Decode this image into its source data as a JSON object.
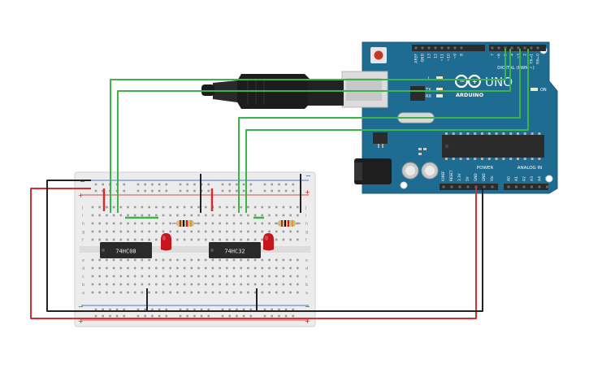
{
  "arduino": {
    "brand": "ARDUINO",
    "model": "UNO",
    "digital_header": "DIGITAL (PWM~)",
    "power_header": "POWER",
    "analog_header": "ANALOG IN",
    "led_on": "ON",
    "led_l": "L",
    "led_tx": "TX",
    "led_rx": "RX",
    "top_pins": [
      "AREF",
      "GND",
      "13",
      "12",
      "~11",
      "~10",
      "~9",
      "8",
      "7",
      "~6",
      "~5",
      "4",
      "~3",
      "2",
      "TX→1",
      "RX←0"
    ],
    "power_pins": [
      "IOREF",
      "RESET",
      "3.3V",
      "5V",
      "GND",
      "GND",
      "Vin"
    ],
    "analog_pins": [
      "A0",
      "A1",
      "A2",
      "A3",
      "A4",
      "A5"
    ]
  },
  "chips": {
    "left_label": "74HC08",
    "right_label": "74HC32"
  },
  "breadboard": {
    "row_letters_top": [
      "j",
      "i",
      "h",
      "g",
      "f"
    ],
    "row_letters_bottom": [
      "e",
      "d",
      "c",
      "b",
      "a"
    ],
    "plus_sign": "+",
    "minus_sign": "−"
  },
  "colors": {
    "arduino_board": "#1f6c92",
    "signal_wire": "#3cb44b",
    "power_wire": "#d32f2f",
    "ground_wire": "#222222",
    "led": "#c4161c",
    "chip": "#2a2a2a",
    "breadboard": "#ececec"
  }
}
